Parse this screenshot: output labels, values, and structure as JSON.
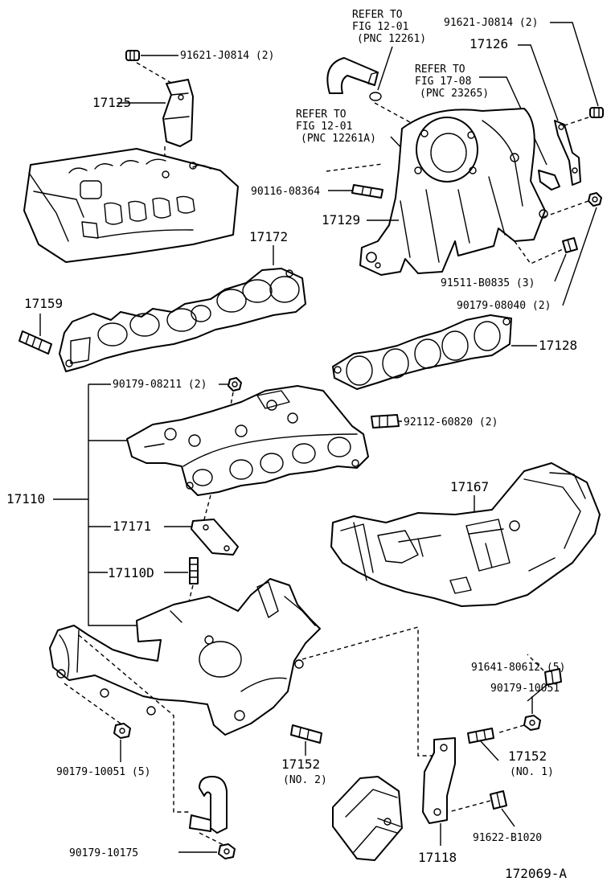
{
  "refs": {
    "fig1201_a": [
      "REFER TO",
      "FIG 12-01",
      "(PNC 12261)"
    ],
    "fig1708": [
      "REFER TO",
      "FIG 17-08",
      "(PNC 23265)"
    ],
    "fig1201_b": [
      "REFER TO",
      "FIG 12-01",
      "(PNC 12261A)"
    ]
  },
  "labels": {
    "p91621_left": "91621-J0814 (2)",
    "p91621_right": "91621-J0814 (2)",
    "p17125": "17125",
    "p17126": "17126",
    "p90116": "90116-08364",
    "p17129": "17129",
    "p17172": "17172",
    "p17159": "17159",
    "p91511": "91511-B0835 (3)",
    "p90179_08040": "90179-08040 (2)",
    "p17128": "17128",
    "p90179_08211": "90179-08211 (2)",
    "p92112": "92112-60820 (2)",
    "p17110": "17110",
    "p17171": "17171",
    "p17110D": "17110D",
    "p17167": "17167",
    "p91641": "91641-80612 (5)",
    "p90179_10051_r": "90179-10051",
    "p17152_no1": [
      "17152",
      "(NO. 1)"
    ],
    "p17152_no2": [
      "17152",
      "(NO. 2)"
    ],
    "p90179_10051_l": "90179-10051 (5)",
    "p91622": "91622-B1020",
    "p90179_10175": "90179-10175",
    "p17118": "17118",
    "figure_id": "172069-A"
  }
}
